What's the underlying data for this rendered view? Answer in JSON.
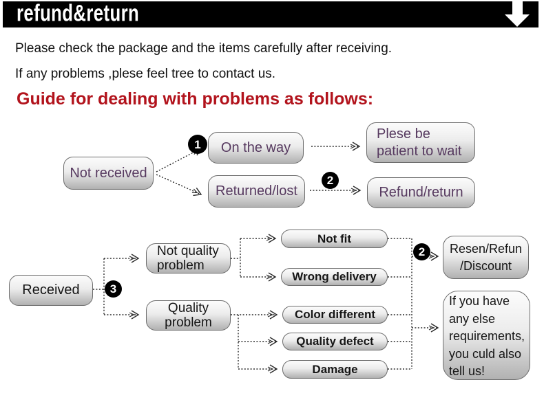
{
  "header": {
    "title": "refund&return",
    "icon": "down-arrow",
    "bg_color": "#000000",
    "text_color": "#ffffff"
  },
  "intro": {
    "line1": "Please check the package and the items carefully after receiving.",
    "line2": "If any problems ,plese feel tree to contact us."
  },
  "guide_heading": "Guide for dealing with problems as follows:",
  "colors": {
    "heading_red": "#b2131c",
    "flow1_text_purple": "#56395f",
    "flow2_text_black": "#151515",
    "box_border_gray": "#6c6c6c",
    "box_gradient_top": "#fcfcfc",
    "box_gradient_bottom": "#b1b1b1"
  },
  "flow1": {
    "nodes": {
      "not_received": "Not received",
      "on_the_way": "On the way",
      "returned_lost": "Returned/lost",
      "please_wait": "Plese be\npatient to wait",
      "refund_return": "Refund/return"
    },
    "badges": {
      "b1": "1",
      "b2": "2"
    }
  },
  "flow2": {
    "nodes": {
      "received": "Received",
      "not_quality": "Not quality\nproblem",
      "quality_problem": "Quality\nproblem",
      "not_fit": "Not fit",
      "wrong_delivery": "Wrong delivery",
      "color_different": "Color different",
      "quality_defect": "Quality defect",
      "damage": "Damage",
      "resen": "Resen/Refun\n/Discount",
      "if_you_have": "If you have\nany else\nrequirements,\nyou culd also\ntell us!"
    },
    "badges": {
      "b3": "3",
      "b2": "2"
    }
  }
}
